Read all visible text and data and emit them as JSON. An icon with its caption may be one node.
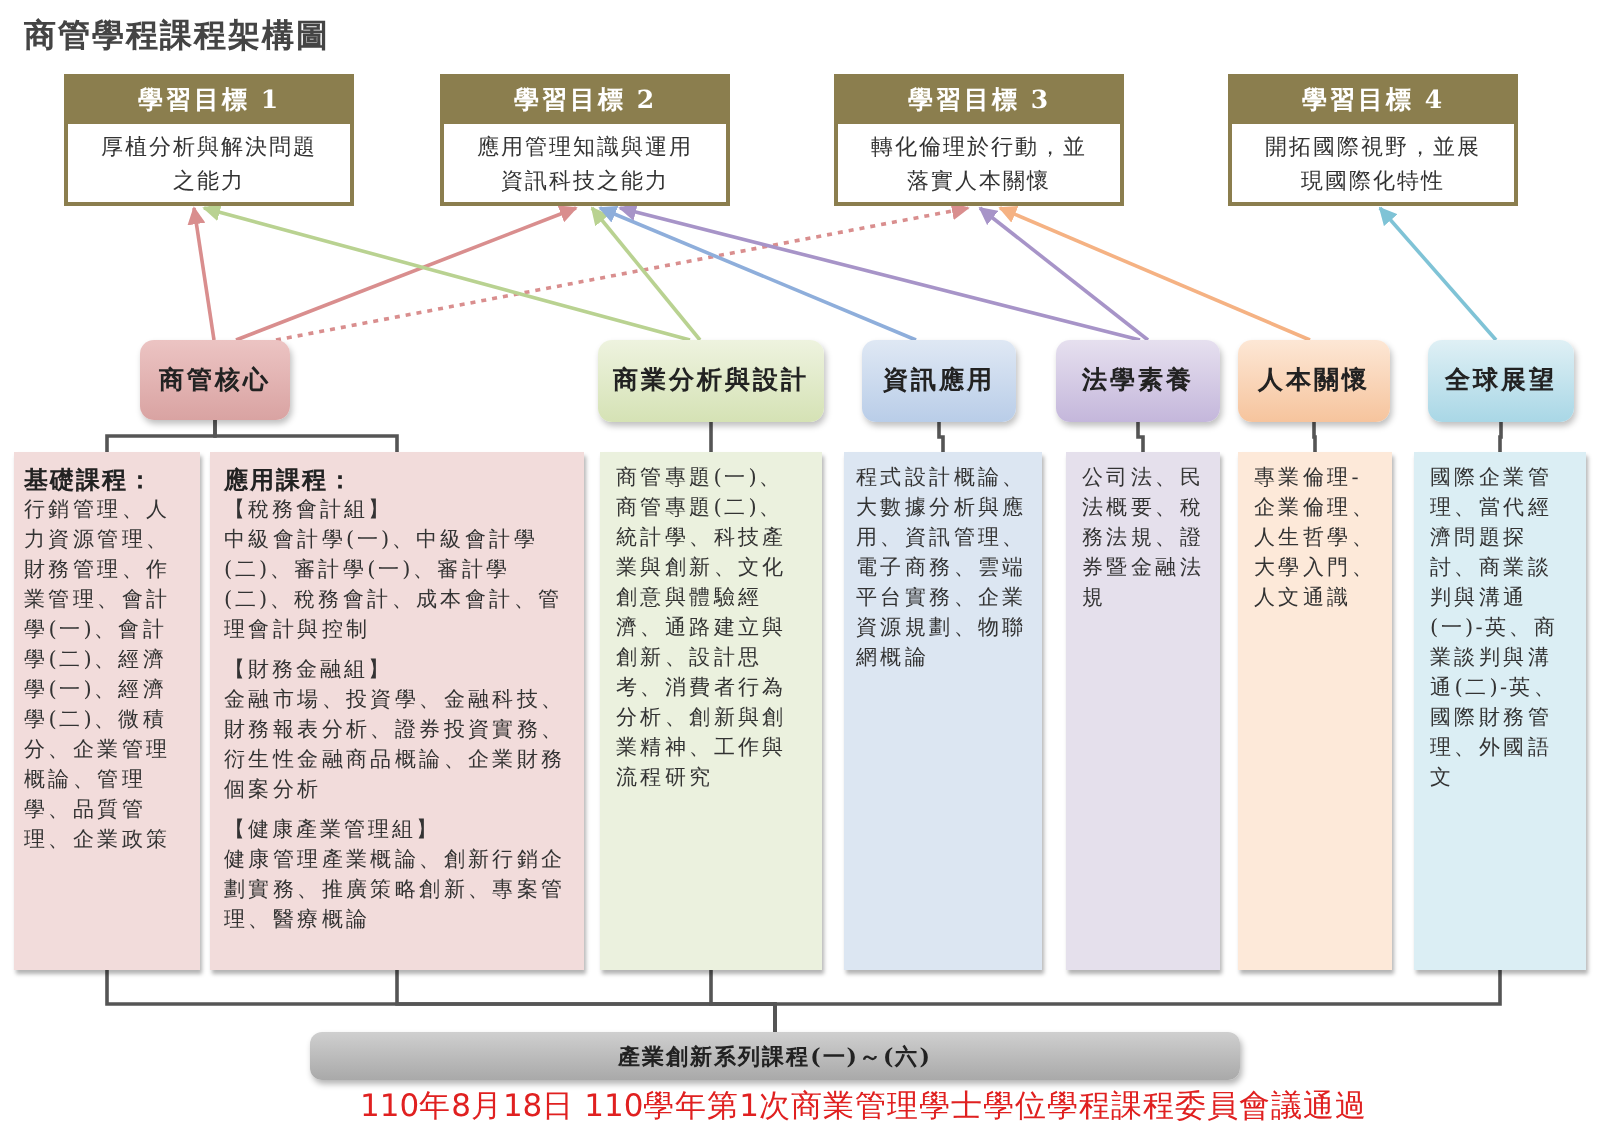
{
  "diagram": {
    "title": "商管學程課程架構圖",
    "nodes": [
      {
        "text": [
          "學習目標 1",
          "厚植分析與解決問題之能力"
        ]
      },
      {
        "text": [
          "學習目標 2",
          "應用管理知識與運用資訊科技之能力"
        ]
      },
      {
        "text": [
          "學習目標 3",
          "轉化倫理於行動，並落實人本關懷"
        ]
      },
      {
        "text": [
          "學習目標 4",
          "開拓國際視野，並展現國際化特性"
        ]
      },
      {
        "text": [
          "商管核心"
        ]
      },
      {
        "text": [
          "商業分析與設計"
        ]
      },
      {
        "text": [
          "資訊應用"
        ]
      },
      {
        "text": [
          "法學素養"
        ]
      },
      {
        "text": [
          "人本關懷"
        ]
      },
      {
        "text": [
          "全球展望"
        ]
      },
      {
        "text": [
          "基礎課程：",
          "行銷管理、人力資源管理、財務管理、作業管理、會計學(一)、會計學(二)、經濟學(一)、經濟學(二)、微積分、企業管理概論、管理學、品質管理、企業政策"
        ]
      },
      {
        "text": [
          "應用課程：",
          "【稅務會計組】",
          "中級會計學(一)、中級會計學(二)、審計學(一)、審計學(二)、稅務會計、成本會計、管理會計與控制",
          "【財務金融組】",
          "金融市場、投資學、金融科技、財務報表分析、證券投資實務、衍生性金融商品概論、企業財務個案分析",
          "【健康產業管理組】",
          "健康管理產業概論、創新行銷企劃實務、推廣策略創新、專案管理、醫療概論"
        ]
      },
      {
        "text": [
          "商管專題(一)、商管專題(二)、統計學、科技產業與創新、文化創意與體驗經濟、通路建立與創新、設計思考、消費者行為分析、創新與創業精神、工作與流程研究"
        ]
      },
      {
        "text": [
          "程式設計概論、大數據分析與應用、資訊管理、電子商務、雲端平台實務、企業資源規劃、物聯網概論"
        ]
      },
      {
        "text": [
          "公司法、民法概要、稅務法規、證券暨金融法規"
        ]
      },
      {
        "text": [
          "專業倫理-企業倫理、人生哲學、大學入門、人文通識"
        ]
      },
      {
        "text": [
          "國際企業管理、當代經濟問題探討、商業談判與溝通(一)-英、商業談判與溝通(二)-英、國際財務管理、外國語文"
        ]
      },
      {
        "text": [
          "產業創新系列課程(一)～(六)"
        ]
      }
    ],
    "edges": [
      {
        "from": 4,
        "to": 0,
        "arrow": "to",
        "color": "#d98e8e"
      },
      {
        "from": 4,
        "to": 1,
        "arrow": "to",
        "color": "#d98e8e"
      },
      {
        "from": 4,
        "to": 2,
        "arrow": "to",
        "color": "#d98e8e",
        "style": "dashed"
      },
      {
        "from": 5,
        "to": 0,
        "arrow": "to",
        "color": "#b9d291"
      },
      {
        "from": 5,
        "to": 1,
        "arrow": "to",
        "color": "#b9d291"
      },
      {
        "from": 6,
        "to": 1,
        "arrow": "to",
        "color": "#8eaedb"
      },
      {
        "from": 7,
        "to": 1,
        "arrow": "to",
        "color": "#a794c8"
      },
      {
        "from": 7,
        "to": 2,
        "arrow": "to",
        "color": "#a794c8"
      },
      {
        "from": 8,
        "to": 2,
        "arrow": "to",
        "color": "#f5b283"
      },
      {
        "from": 9,
        "to": 3,
        "arrow": "to",
        "color": "#7fc3d6"
      },
      {
        "from": 4,
        "to": 10,
        "arrow": "none"
      },
      {
        "from": 4,
        "to": 11,
        "arrow": "none"
      },
      {
        "from": 5,
        "to": 12,
        "arrow": "none"
      },
      {
        "from": 6,
        "to": 13,
        "arrow": "none"
      },
      {
        "from": 7,
        "to": 14,
        "arrow": "none"
      },
      {
        "from": 8,
        "to": 15,
        "arrow": "none"
      },
      {
        "from": 9,
        "to": 16,
        "arrow": "none"
      },
      {
        "from": 10,
        "to": 17,
        "arrow": "none"
      },
      {
        "from": 11,
        "to": 17,
        "arrow": "none"
      },
      {
        "from": 12,
        "to": 17,
        "arrow": "none"
      },
      {
        "from": 16,
        "to": 17,
        "arrow": "none"
      }
    ],
    "labels": [
      "110年8月18日 110學年第1次商業管理學士學位學程課程委員會議通過"
    ]
  }
}
